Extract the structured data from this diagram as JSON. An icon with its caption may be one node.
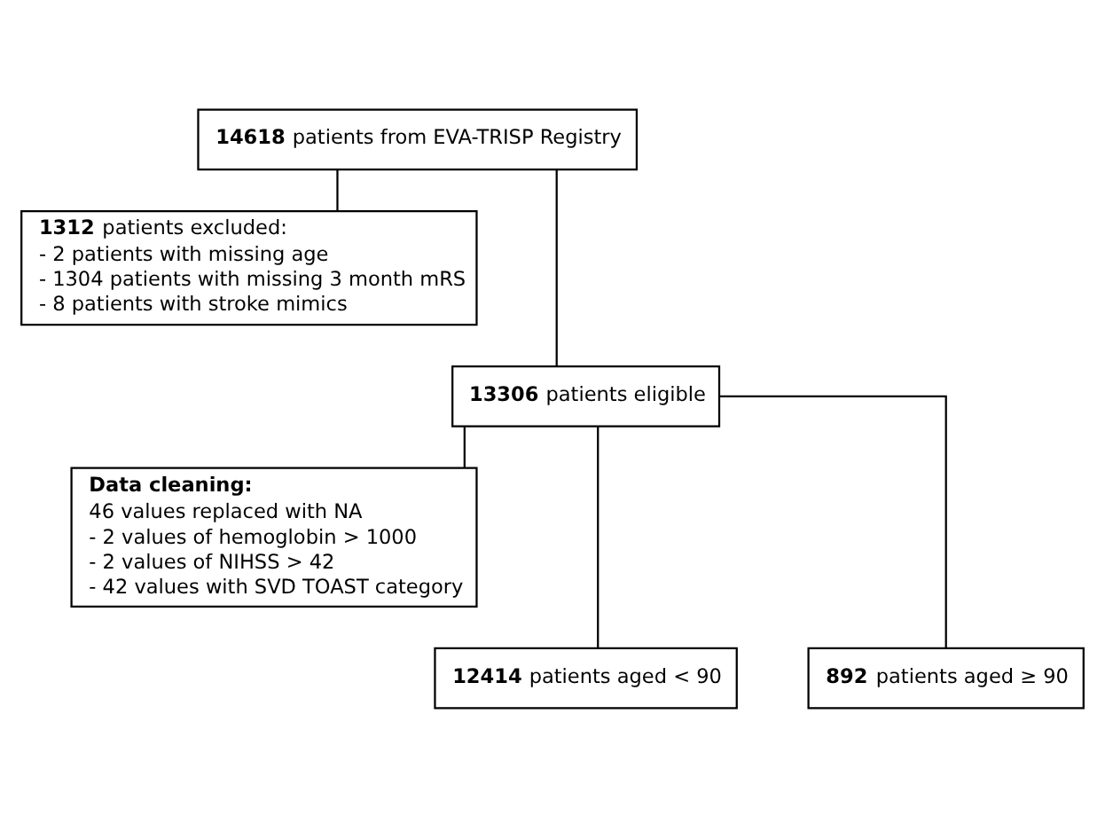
{
  "diagram": {
    "nodes": [
      {
        "text": [
          "**14618** patients from EVA-TRISP Registry"
        ]
      },
      {
        "text": [
          "**1312** patients excluded:",
          "- 2 patients with missing age",
          "- 1304 patients with missing 3 month mRS",
          "- 8 patients with stroke mimics"
        ]
      },
      {
        "text": [
          "**13306** patients eligible"
        ]
      },
      {
        "text": [
          "Data cleaning:",
          "46 values replaced with NA",
          "- 2 values of hemoglobin > 1000",
          "- 2 values of NIHSS > 42",
          "- 42 values with SVD TOAST category"
        ]
      },
      {
        "text": [
          "**12414** patients aged < 90"
        ]
      },
      {
        "text": [
          "**892** patients aged ≥ 90"
        ]
      }
    ],
    "edges": [
      {
        "from": 0,
        "to": 2,
        "arrow": "none"
      },
      {
        "from": 0,
        "to": 1,
        "arrow": "none"
      },
      {
        "from": 2,
        "to": 3,
        "arrow": "none"
      },
      {
        "from": 2,
        "to": 4,
        "arrow": "none"
      },
      {
        "from": 2,
        "to": 5,
        "arrow": "none"
      }
    ]
  }
}
